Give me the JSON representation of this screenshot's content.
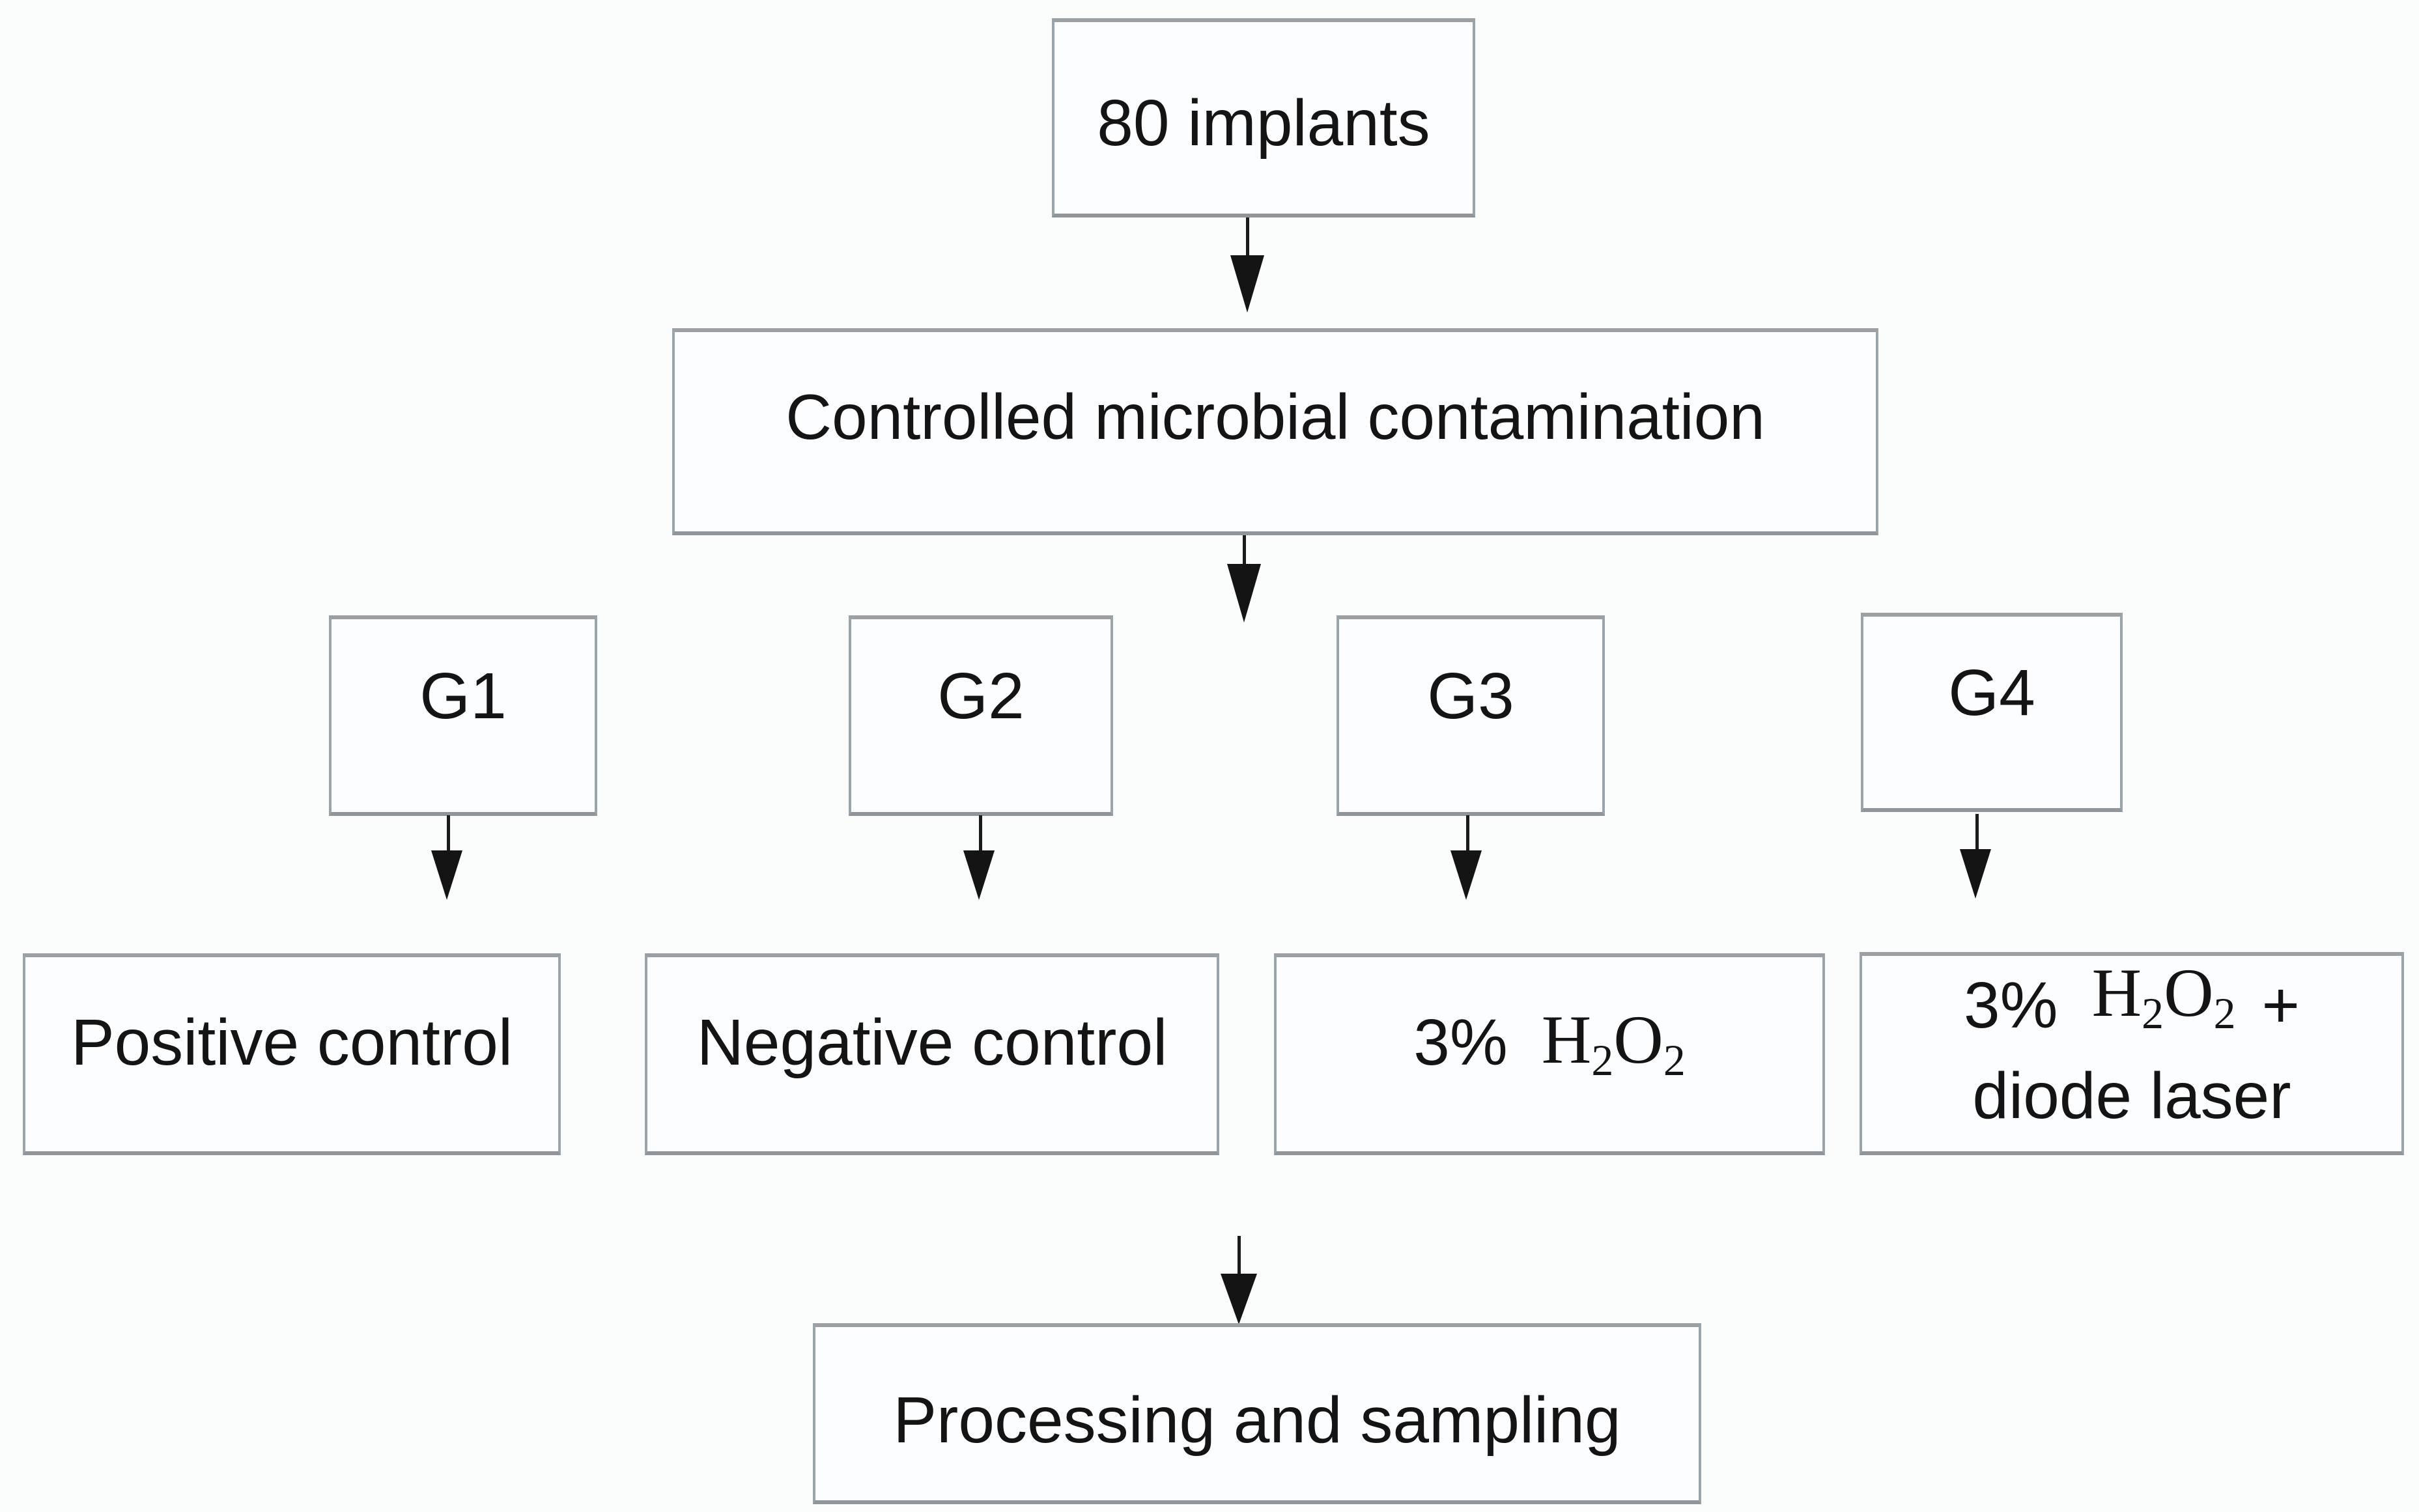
{
  "palette": {
    "background": "#fbfdfd",
    "box_fill": "#fcfdfe",
    "box_border": "#9aa4ab",
    "box_border_dark": "#8f9598",
    "arrow_color": "#141414",
    "text_color": "#141414"
  },
  "flowchart": {
    "implants_label": "80 implants",
    "contamination_label": "Controlled microbial contamination",
    "group_labels": [
      "G1",
      "G2",
      "G3",
      "G4"
    ],
    "treatments": {
      "positive": "Positive control",
      "negative": "Negative control",
      "h2o2": {
        "percent": "3%",
        "el1": "H",
        "sub1": "2",
        "el2": "O",
        "sub2": "2"
      },
      "h2o2_laser": {
        "percent": "3%",
        "el1": "H",
        "sub1": "2",
        "el2": "O",
        "sub2": "2",
        "plus": "+",
        "line2": "diode laser"
      }
    },
    "processing_label": "Processing and sampling"
  }
}
